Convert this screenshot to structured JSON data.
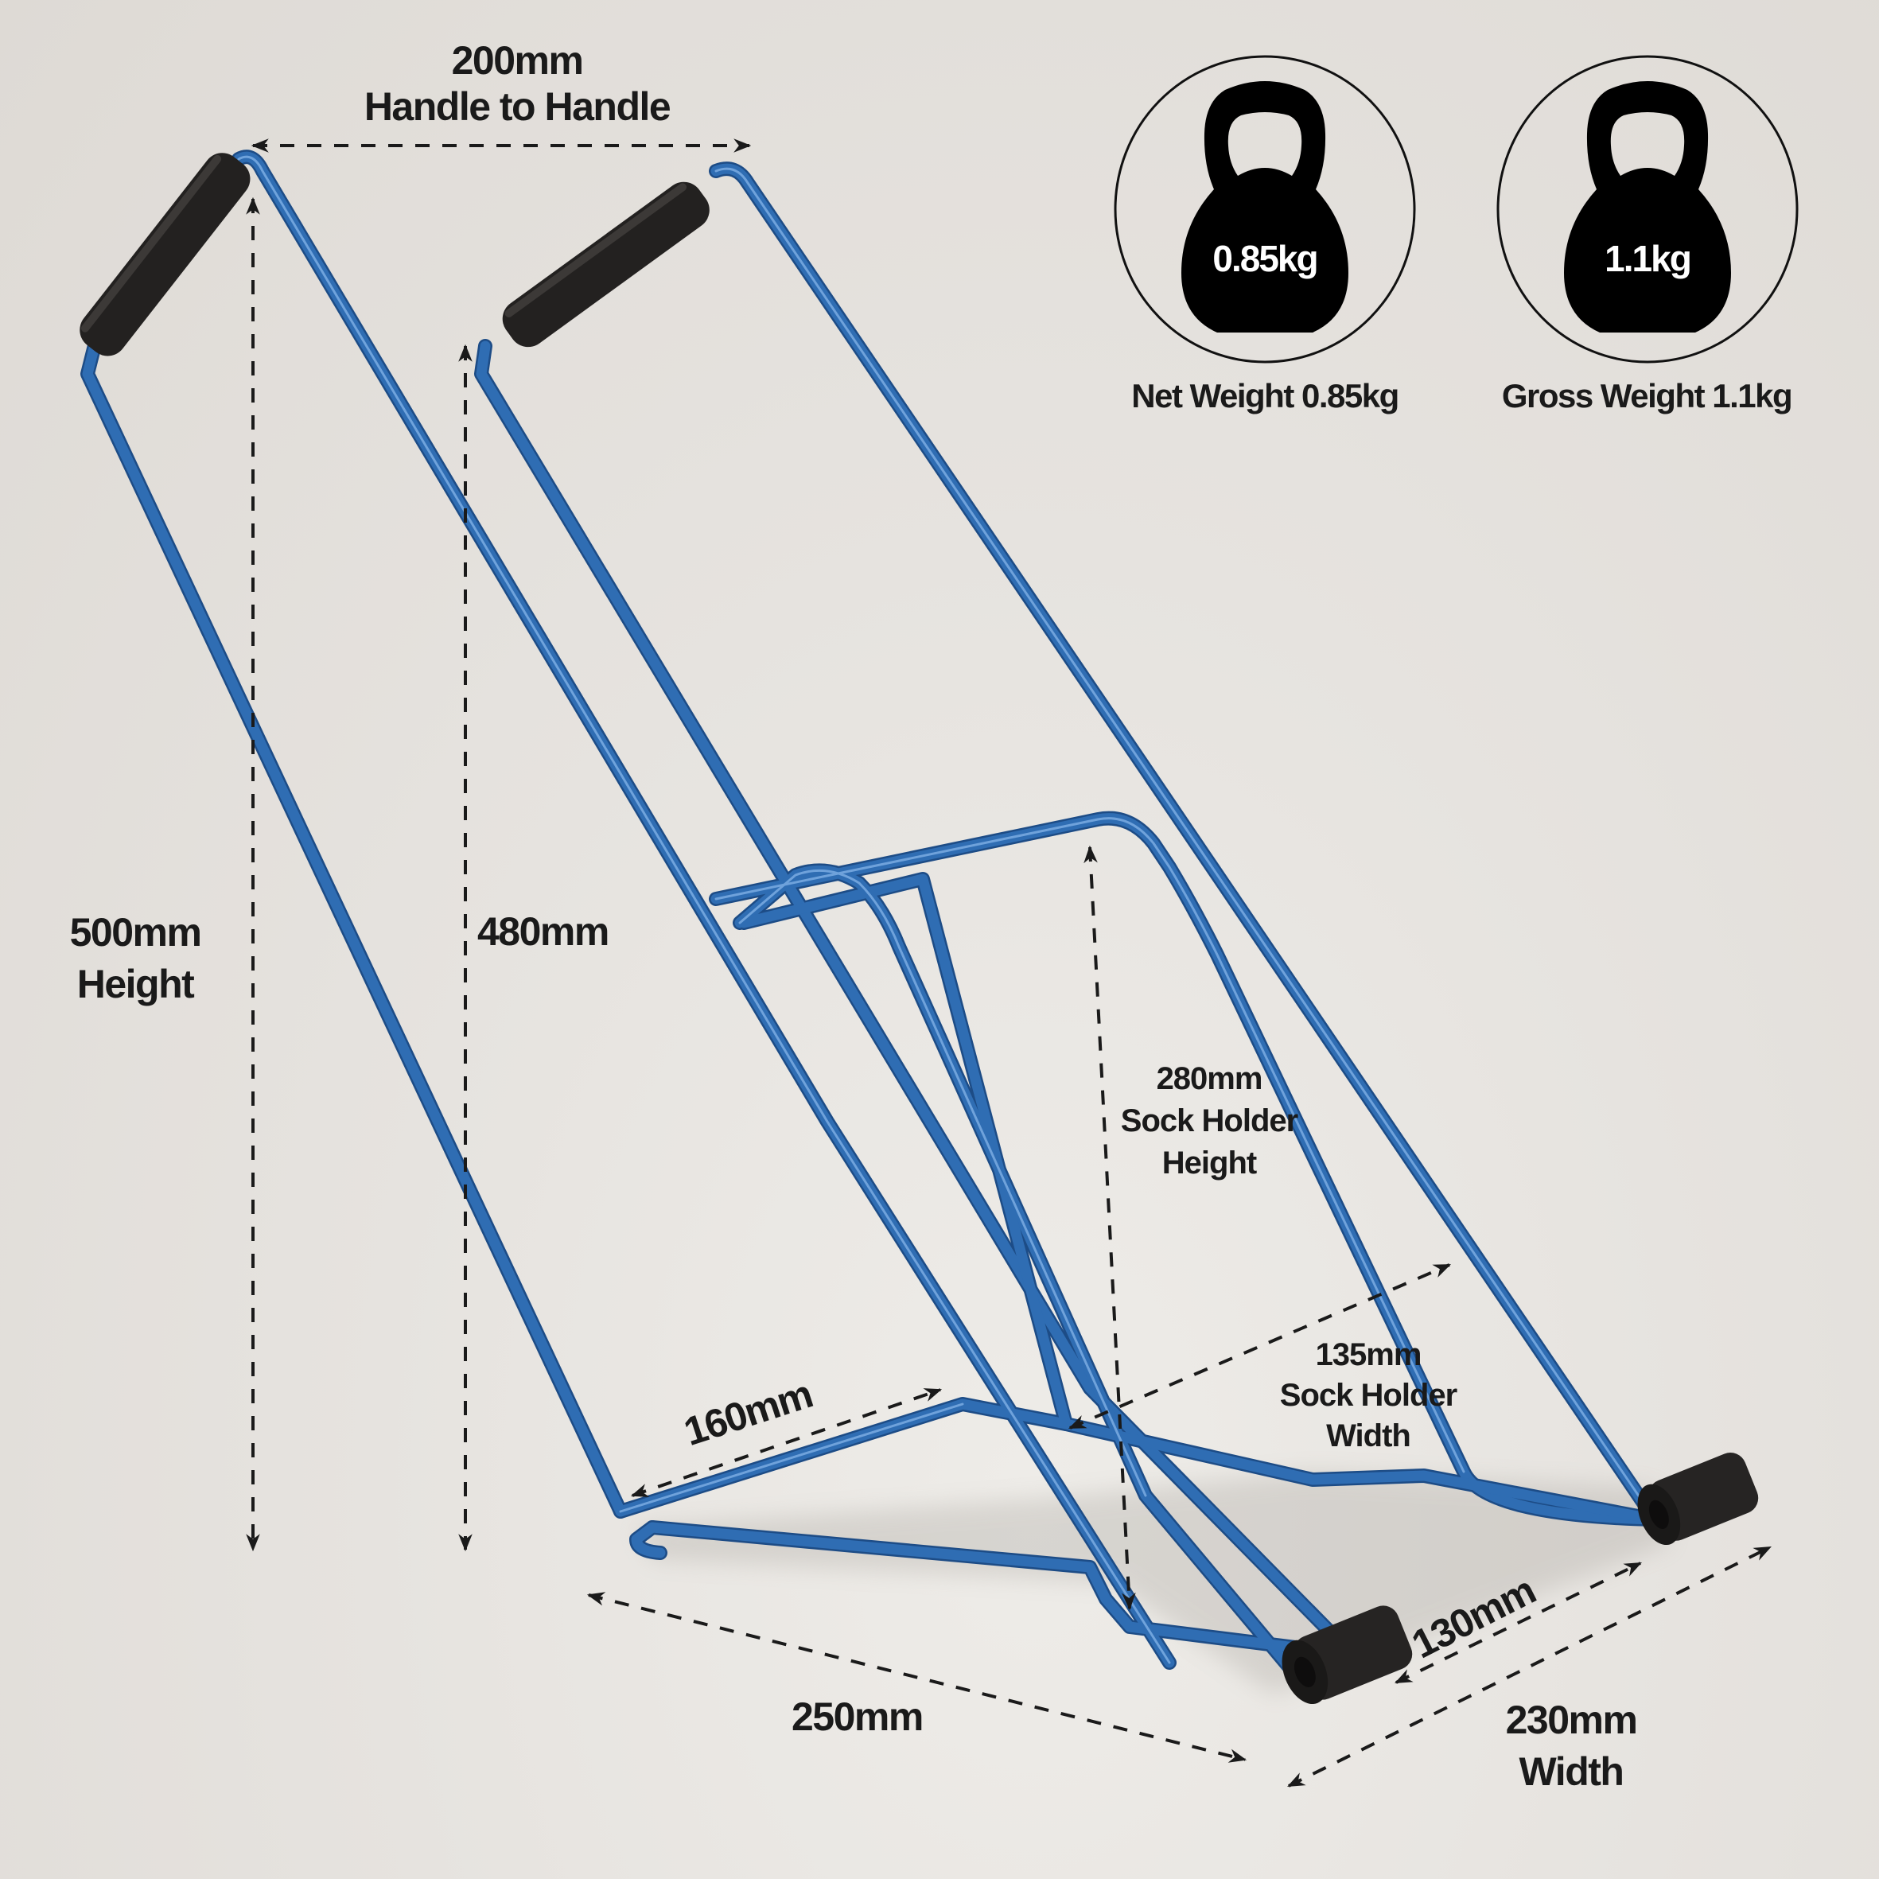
{
  "colors": {
    "background": "#e4e1dd",
    "wire": "#2f6db3",
    "wire_highlight": "#6fa3e0",
    "wire_shadow": "#1d4c86",
    "grip": "#232120",
    "text": "#1a1a1a",
    "kettlebell": "#000000"
  },
  "dimensions": {
    "handle_to_handle": {
      "value": "200mm",
      "label": "Handle to Handle"
    },
    "overall_height": {
      "value": "500mm",
      "label": "Height"
    },
    "inner_height": {
      "value": "480mm"
    },
    "sock_holder_height": {
      "value": "280mm",
      "line1": "Sock Holder",
      "line2": "Height"
    },
    "sock_holder_width": {
      "value": "135mm",
      "line1": "Sock Holder",
      "line2": "Width"
    },
    "base_inner": {
      "value": "160mm"
    },
    "length": {
      "value": "250mm"
    },
    "foot_spacing": {
      "value": "130mm"
    },
    "overall_width": {
      "value": "230mm",
      "label": "Width"
    }
  },
  "weights": [
    {
      "badge": "0.85kg",
      "caption": "Net Weight 0.85kg",
      "icon": "kettlebell-icon"
    },
    {
      "badge": "1.1kg",
      "caption": "Gross Weight 1.1kg",
      "icon": "kettlebell-icon"
    }
  ]
}
